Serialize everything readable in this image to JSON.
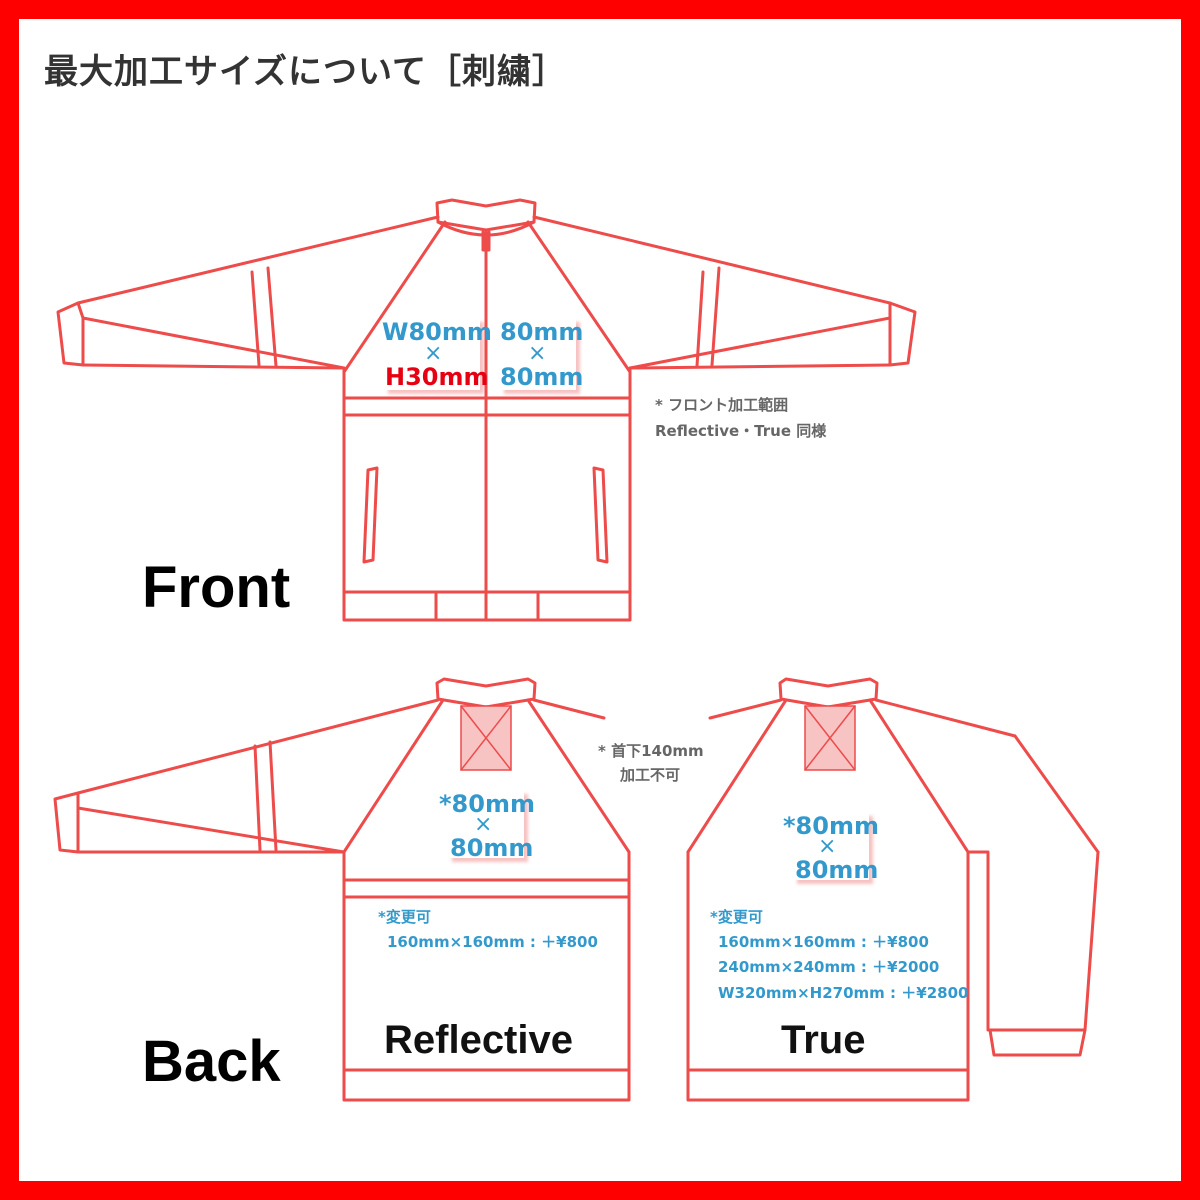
{
  "title": "最大加工サイズについて［刺繍］",
  "views": {
    "front": "Front",
    "back": "Back"
  },
  "front": {
    "left_chest": {
      "w": "W80mm",
      "x": "×",
      "h": "H30mm"
    },
    "right_chest": {
      "w": "80mm",
      "x": "×",
      "h": "80mm"
    },
    "note_line1": "* フロント加工範囲",
    "note_line2": "Reflective・True 同様"
  },
  "back_note": {
    "line1": "* 首下140mm",
    "line2": "加工不可"
  },
  "reflective": {
    "label": "Reflective",
    "size": {
      "w": "*80mm",
      "x": "×",
      "h": "80mm"
    },
    "options_title": "*変更可",
    "options": [
      "160mm×160mm : ＋¥800"
    ]
  },
  "true": {
    "label": "True",
    "size": {
      "w": "*80mm",
      "x": "×",
      "h": "80mm"
    },
    "options_title": "*変更可",
    "options": [
      "160mm×160mm : ＋¥800",
      "240mm×240mm : ＋¥2000",
      "W320mm×H270mm : ＋¥2800"
    ]
  },
  "colors": {
    "frame": "#ff0000",
    "outline": "#ee4b4b",
    "accent": "#3399cc",
    "red_text": "#e60012",
    "title": "#333333"
  }
}
